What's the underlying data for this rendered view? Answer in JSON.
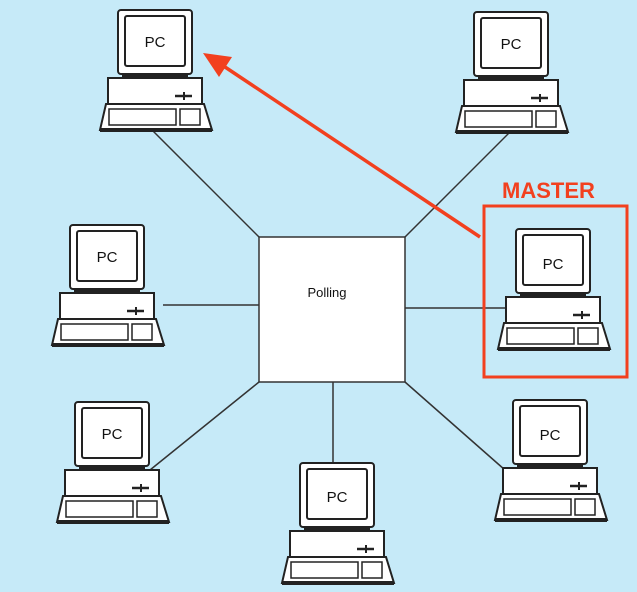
{
  "diagram": {
    "hub_label": "Polling",
    "master_label": "MASTER",
    "pc_label": "PC",
    "colors": {
      "background": "#c6eaf8",
      "highlight": "#f2401f",
      "line": "#333333"
    }
  }
}
